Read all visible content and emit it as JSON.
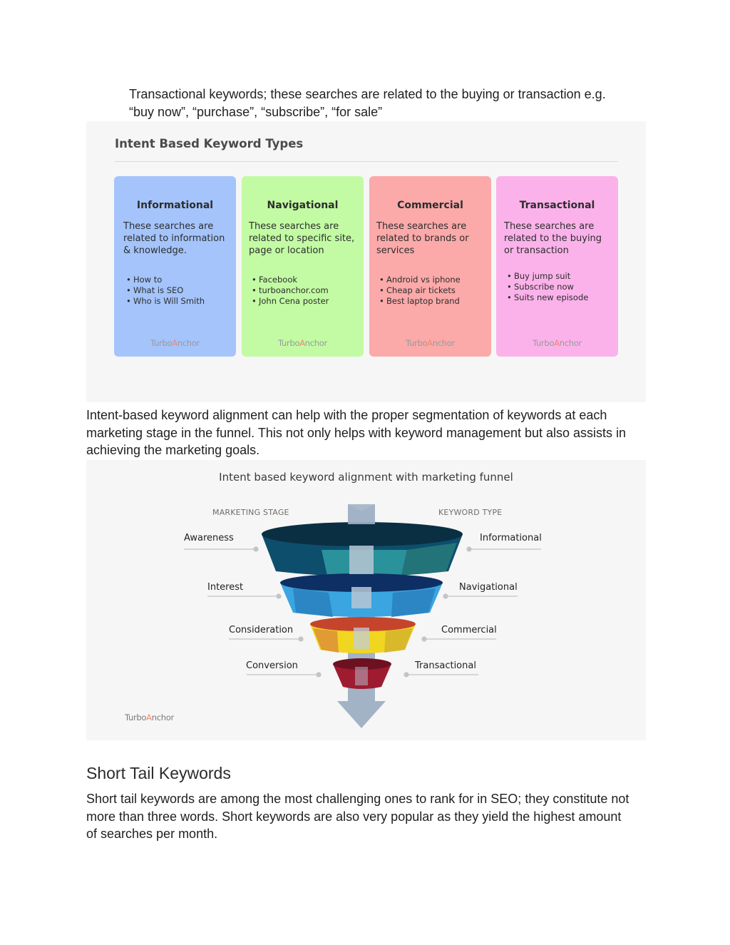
{
  "intro_paragraph": {
    "line1": "Transactional keywords; these searches are related to the buying or transaction e.g.",
    "line2": "“buy now”, “purchase”, “subscribe”, “for sale”"
  },
  "intent_figure": {
    "title": "Intent Based Keyword Types",
    "brand_prefix": "Turbo",
    "brand_a": "A",
    "brand_suffix": "nchor",
    "cards": [
      {
        "title": "Informational",
        "desc": "These searches are related to information & knowledge.",
        "color": "#a4c4fb",
        "items": [
          "How to",
          "What is SEO",
          "Who is Will Smith"
        ]
      },
      {
        "title": "Navigational",
        "desc": "These searches are related to specific site, page or location",
        "color": "#c2fba3",
        "items": [
          "Facebook",
          "turboanchor.com",
          "John Cena poster"
        ]
      },
      {
        "title": "Commercial",
        "desc": "These searches are related to brands or services",
        "color": "#fba9a9",
        "items": [
          "Android vs iphone",
          "Cheap air tickets",
          "Best laptop brand"
        ]
      },
      {
        "title": "Transactional",
        "desc": "These searches are related to the buying or transaction",
        "color": "#fbb2ea",
        "items": [
          "Buy jump suit",
          "Subscribe now",
          "Suits new episode"
        ]
      }
    ]
  },
  "middle_paragraph": {
    "line1": "Intent-based keyword alignment can help with the proper segmentation of keywords at each",
    "line2": "marketing stage in the funnel. This not only helps with keyword management but also assists in",
    "line3": "achieving the marketing goals."
  },
  "funnel_figure": {
    "title": "Intent based keyword alignment with marketing funnel",
    "left_heading": "MARKETING STAGE",
    "right_heading": "KEYWORD TYPE",
    "stages": [
      "Awareness",
      "Interest",
      "Consideration",
      "Conversion"
    ],
    "types": [
      "Informational",
      "Navigational",
      "Commercial",
      "Transactional"
    ],
    "brand_prefix": "Turbo",
    "brand_a": "A",
    "brand_suffix": "nchor"
  },
  "section": {
    "heading": "Short Tail Keywords",
    "line1": "Short tail keywords are among the most challenging ones to rank for in SEO; they constitute not",
    "line2": "more than three words. Short keywords are also very popular as they yield the highest amount",
    "line3": "of searches per month."
  }
}
